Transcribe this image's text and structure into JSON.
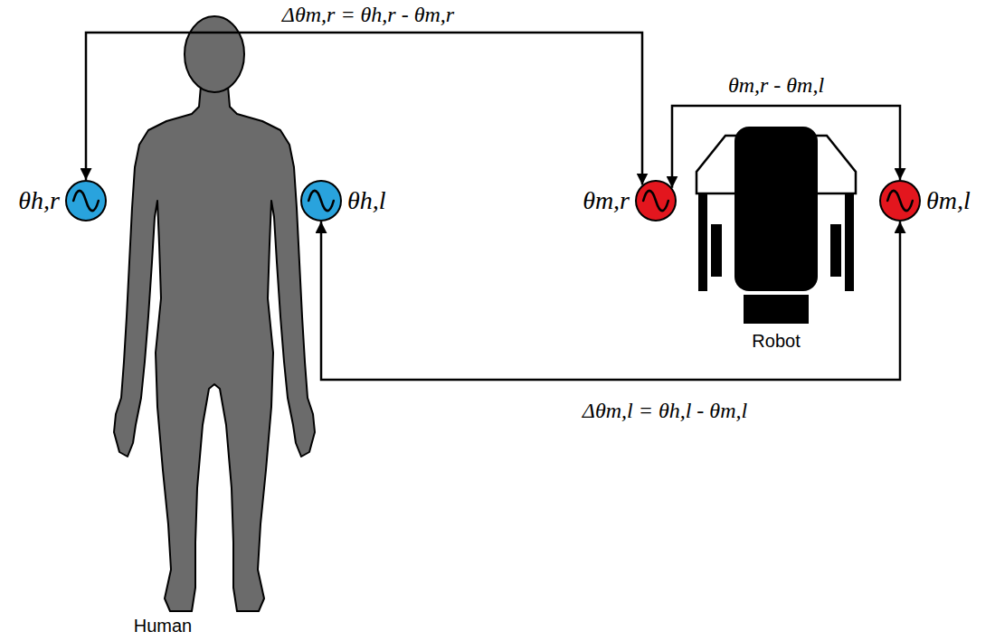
{
  "diagram": {
    "nodes": [
      {
        "text": [
          "θh,r"
        ]
      },
      {
        "text": [
          "θh,l"
        ]
      },
      {
        "text": [
          "θm,r"
        ]
      },
      {
        "text": [
          "θm,l"
        ]
      }
    ],
    "edges": [
      {
        "from": 0,
        "to": 2,
        "arrow": "both",
        "label": "Δθm,r = θh,r - θm,r"
      },
      {
        "from": 2,
        "to": 3,
        "arrow": "both",
        "label": "θm,r - θm,l"
      },
      {
        "from": 1,
        "to": 3,
        "arrow": "both",
        "label": "Δθm,l = θh,l - θm,l"
      }
    ],
    "labels": [
      "Robot",
      "Human"
    ]
  }
}
